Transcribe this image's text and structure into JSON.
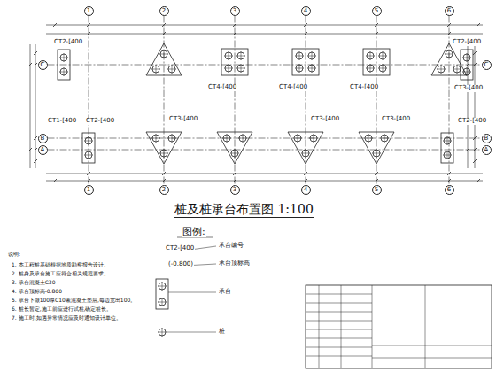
{
  "diagram": {
    "title": "桩及桩承台布置图 1:100",
    "nodes": [
      {
        "text": [
          "1"
        ]
      },
      {
        "text": [
          "2"
        ]
      },
      {
        "text": [
          "3"
        ]
      },
      {
        "text": [
          "4"
        ]
      },
      {
        "text": [
          "5"
        ]
      },
      {
        "text": [
          "6"
        ]
      },
      {
        "text": [
          "1"
        ]
      },
      {
        "text": [
          "2"
        ]
      },
      {
        "text": [
          "3"
        ]
      },
      {
        "text": [
          "4"
        ]
      },
      {
        "text": [
          "5"
        ]
      },
      {
        "text": [
          "6"
        ]
      },
      {
        "text": [
          "C"
        ]
      },
      {
        "text": [
          "B"
        ]
      },
      {
        "text": [
          "A"
        ]
      },
      {
        "text": [
          "C"
        ]
      },
      {
        "text": [
          "B"
        ]
      },
      {
        "text": [
          "A"
        ]
      }
    ],
    "edges": [
      {
        "from": 0,
        "to": 6,
        "arrow": "none"
      },
      {
        "from": 1,
        "to": 7,
        "arrow": "none"
      },
      {
        "from": 2,
        "to": 8,
        "arrow": "none"
      },
      {
        "from": 3,
        "to": 9,
        "arrow": "none"
      },
      {
        "from": 4,
        "to": 10,
        "arrow": "none"
      },
      {
        "from": 5,
        "to": 11,
        "arrow": "none"
      },
      {
        "from": 12,
        "to": 15,
        "arrow": "none"
      },
      {
        "from": 13,
        "to": 16,
        "arrow": "none"
      },
      {
        "from": 14,
        "to": 17,
        "arrow": "none"
      }
    ],
    "labels": [
      "CT2-[400",
      "CT2-[400",
      "CT4-[400",
      "CT4-[400",
      "CT4-[400",
      "CT3-[400",
      "CT1-[400",
      "CT2-[400",
      "CT3-[400",
      "CT3-[400",
      "CT3-[400",
      "CT2-[400",
      "说明:",
      "1. 本工程桩基础根据地质勘察报告设计。",
      "2. 桩身及承台施工应符合相关规范要求。",
      "3. 承台混凝土C30",
      "4. 承台顶标高-0.800",
      "5. 承台下做100厚C10素混凝土垫层,每边宽出100。",
      "6. 桩长暂定,施工前应进行试桩,确定桩长。",
      "7. 施工时,如遇异常情况应及时通知设计单位。",
      "图例:",
      "CT2-[400",
      "(-0.800)"
    ],
    "legend": [
      {
        "text": "承台编号"
      },
      {
        "text": "承台顶标高"
      },
      {
        "text": "承台"
      },
      {
        "text": "桩"
      }
    ]
  }
}
